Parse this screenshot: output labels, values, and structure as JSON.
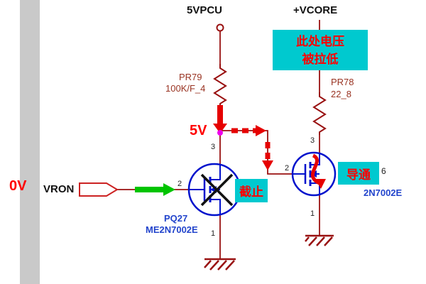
{
  "colors": {
    "wire": "#991111",
    "mosfet_blue": "#0011cc",
    "highlight_cyan": "#00c9cf",
    "alert_red": "#ff0000",
    "flow_green": "#00c400",
    "junction_magenta": "#ee00ee",
    "page_strip_gray": "#c9c9c9"
  },
  "rails": {
    "left": "5VPCU",
    "right": "+VCORE"
  },
  "resistors": {
    "r79": {
      "ref": "PR79",
      "value": "100K/F_4"
    },
    "r78": {
      "ref": "PR78",
      "value": "22_8"
    }
  },
  "nets": {
    "v5": "5V",
    "v0": "0V",
    "vron": "VRON"
  },
  "transistors": {
    "q27": {
      "ref": "PQ27",
      "part": "ME2N7002E",
      "state": "截止",
      "pins": {
        "drain": "3",
        "gate": "2",
        "source": "1"
      }
    },
    "q28": {
      "ref_visible": "6",
      "part_visible": "2N7002E",
      "state": "导通",
      "pins": {
        "drain": "3",
        "gate": "2",
        "source": "1"
      }
    }
  },
  "annotation": {
    "line1": "此处电压",
    "line2": "被拉低"
  }
}
